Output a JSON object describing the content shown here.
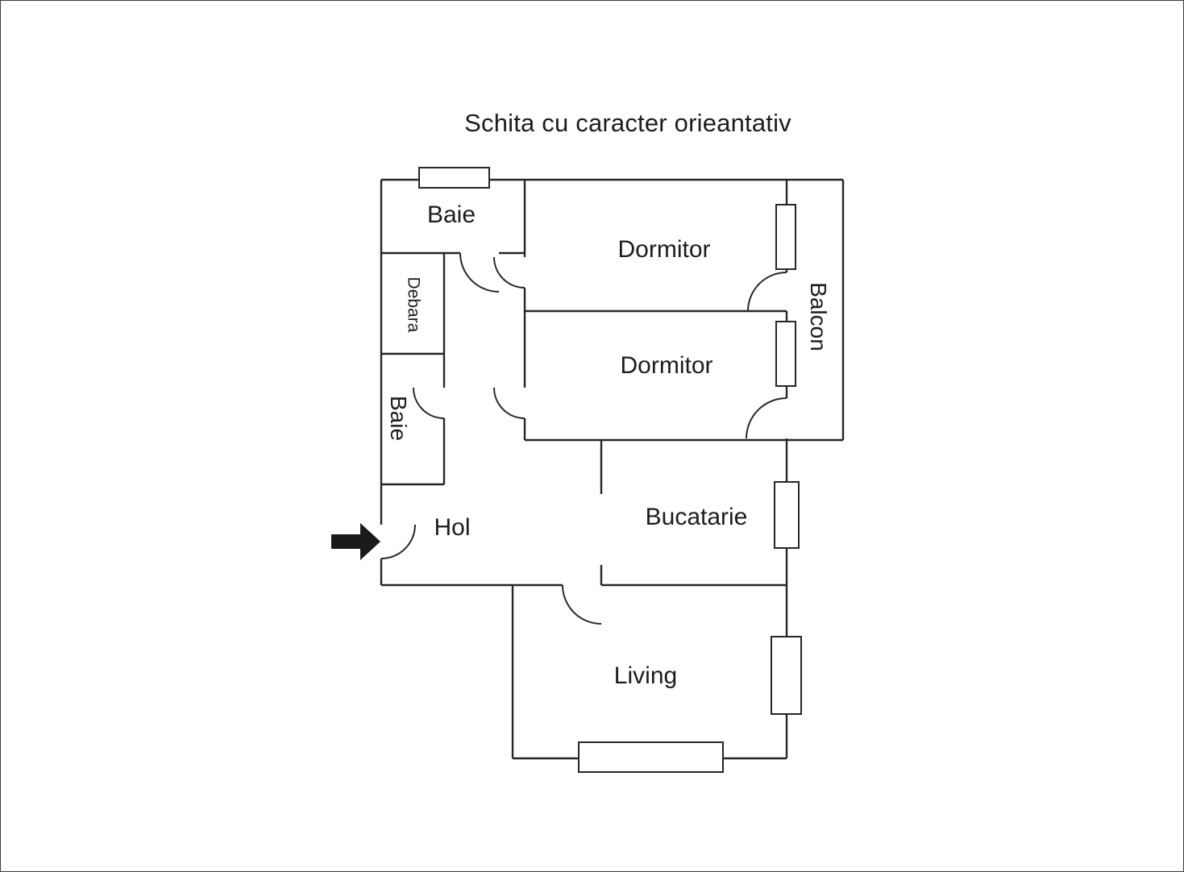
{
  "title": "Schita cu caracter orieantativ",
  "rooms": {
    "baie_top": "Baie",
    "debara": "Debara",
    "baie_left": "Baie",
    "hol": "Hol",
    "dormitor_top": "Dormitor",
    "dormitor_middle": "Dormitor",
    "balcon": "Balcon",
    "bucatarie": "Bucatarie",
    "living": "Living"
  },
  "icons": {
    "entrance_arrow": "right-arrow-entrance-marker"
  },
  "colors": {
    "wall": "#262626",
    "text": "#1c1c1c",
    "background": "#ffffff",
    "arrow": "#1a1a1a"
  }
}
